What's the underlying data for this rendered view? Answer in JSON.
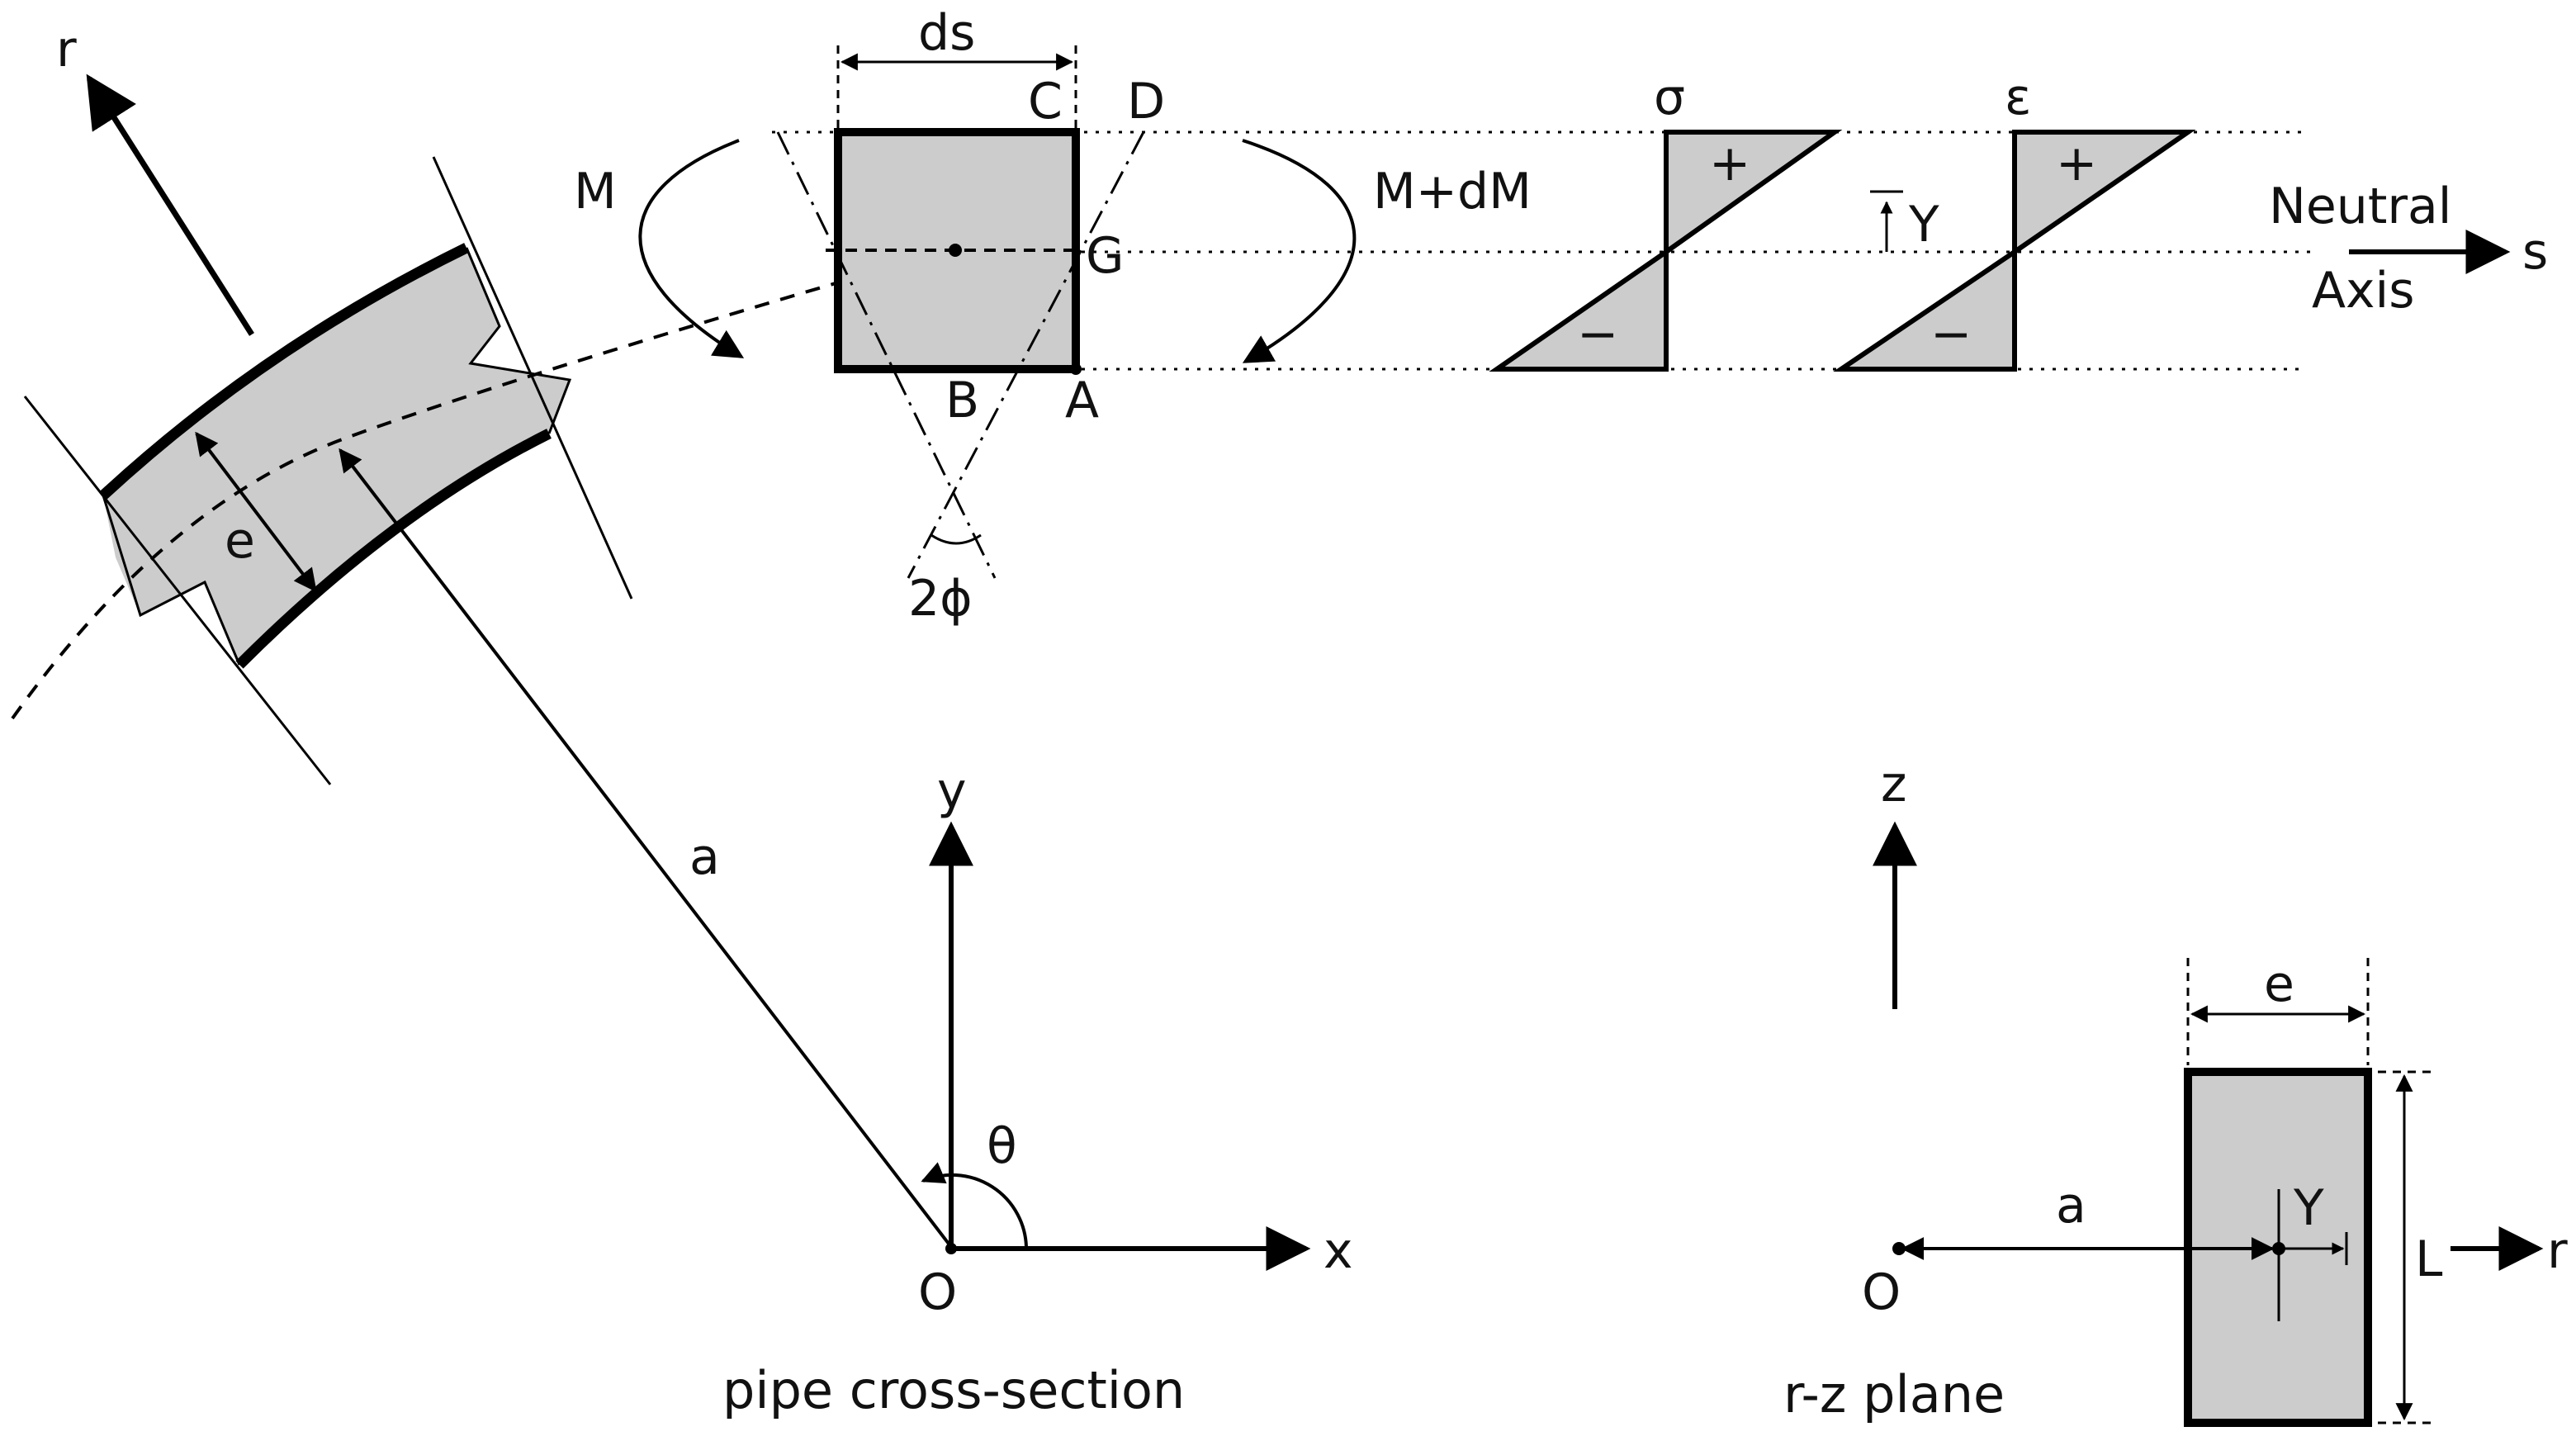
{
  "labels": {
    "r_top": "r",
    "ds": "ds",
    "C": "C",
    "D": "D",
    "M": "M",
    "M_dM": "M+dM",
    "G": "G",
    "B": "B",
    "A": "A",
    "two_phi": "2ϕ",
    "sigma": "σ",
    "epsilon": "ε",
    "plus": "+",
    "minus": "−",
    "Y_stress": "Y",
    "neutral": "Neutral",
    "axis": "Axis",
    "s": "s",
    "e_pipe": "e",
    "a_radius": "a",
    "y": "y",
    "x": "x",
    "theta": "θ",
    "O_left": "O",
    "z": "z",
    "e_rect": "e",
    "a_rz": "a",
    "Y_rz": "Y",
    "L": "L",
    "r_rz": "r",
    "O_right": "O"
  },
  "captions": {
    "pipe": "pipe cross-section",
    "rz": "r-z plane"
  },
  "colors": {
    "fill": "#cccccc",
    "stroke": "#000000"
  }
}
